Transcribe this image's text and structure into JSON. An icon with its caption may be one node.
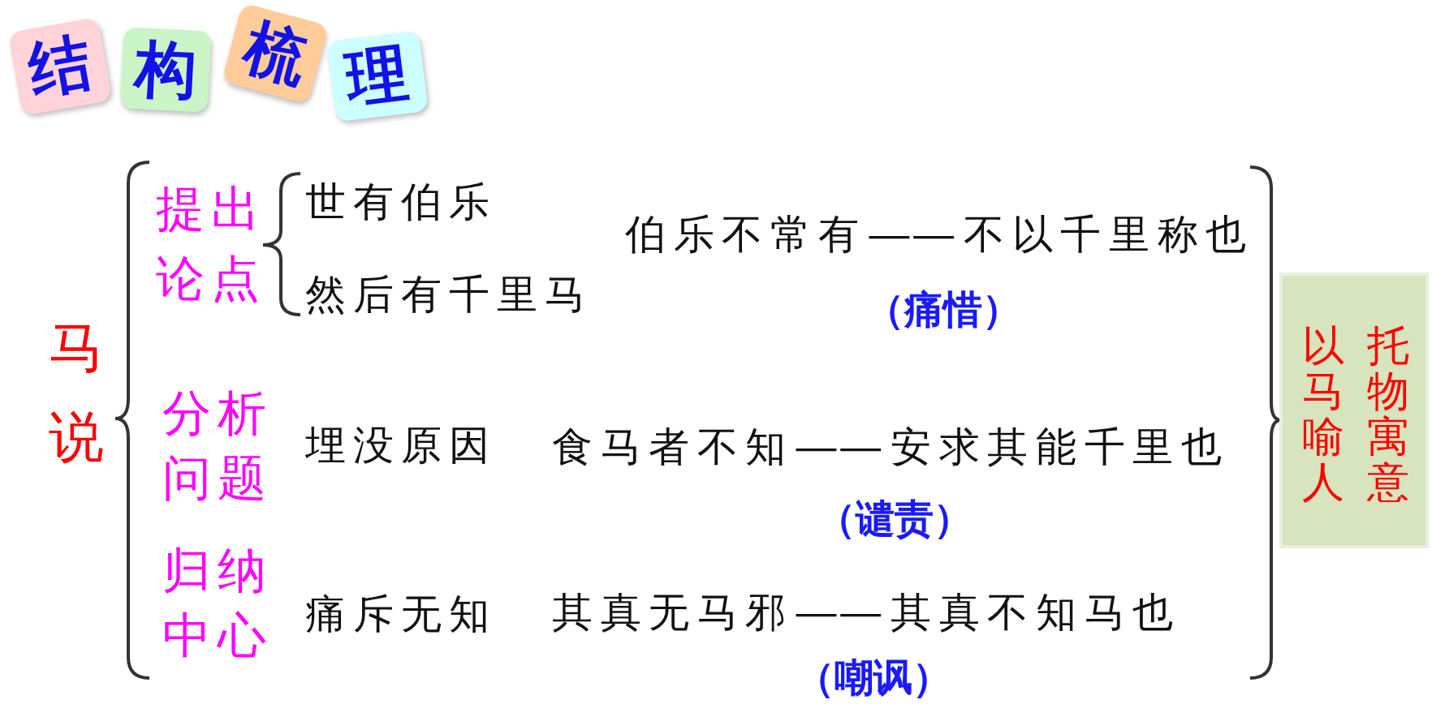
{
  "diagram": {
    "nodes": [
      {
        "text": [
          "结"
        ]
      },
      {
        "text": [
          "构"
        ]
      },
      {
        "text": [
          "梳"
        ]
      },
      {
        "text": [
          "理"
        ]
      },
      {
        "text": [
          "以马喻人",
          "托物寓意"
        ]
      }
    ],
    "labels": [
      "马说",
      "提出论点",
      "世有伯乐",
      "然后有千里马",
      "伯乐不常有——不以千里称也",
      "（痛惜）",
      "分析问题",
      "埋没原因",
      "食马者不知——安求其能千里也",
      "（谴责）",
      "归纳中心",
      "痛斥无知",
      "其真无马邪——其真不知马也",
      "（嘲讽）"
    ]
  }
}
